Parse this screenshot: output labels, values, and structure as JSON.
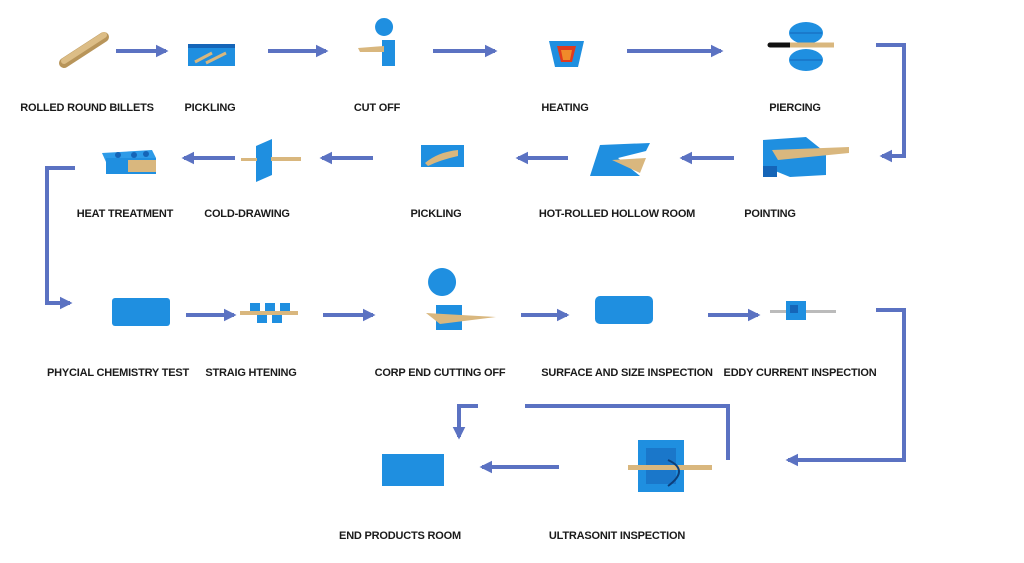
{
  "colors": {
    "arrow": "#5b72c2",
    "machine_blue": "#1f8fe0",
    "machine_dark": "#1565b8",
    "metal": "#d9b77e",
    "metal_dark": "#b8955a",
    "label": "#1a1a1a"
  },
  "steps": [
    {
      "id": "rolled-round-billets",
      "label": "ROLLED ROUND BILLETS",
      "icon": "billet-icon"
    },
    {
      "id": "pickling-1",
      "label": "PICKLING",
      "icon": "pickling-tank-icon"
    },
    {
      "id": "cut-off",
      "label": "CUT OFF",
      "icon": "saw-icon"
    },
    {
      "id": "heating",
      "label": "HEATING",
      "icon": "furnace-icon"
    },
    {
      "id": "piercing",
      "label": "PIERCING",
      "icon": "piercing-mill-icon"
    },
    {
      "id": "pointing",
      "label": "POINTING",
      "icon": "pointing-machine-icon"
    },
    {
      "id": "hot-rolled-hollow-room",
      "label": "HOT-ROLLED HOLLOW  ROOM",
      "icon": "hollow-room-icon"
    },
    {
      "id": "pickling-2",
      "label": "PICKLING",
      "icon": "pickling-tank-icon"
    },
    {
      "id": "cold-drawing",
      "label": "COLD-DRAWING",
      "icon": "drawing-die-icon"
    },
    {
      "id": "heat-treatment",
      "label": "HEAT  TREATMENT",
      "icon": "heat-treatment-furnace-icon"
    },
    {
      "id": "phycial-chemistry-test",
      "label": "PHYCIAL  CHEMISTRY  TEST",
      "icon": "test-box-icon"
    },
    {
      "id": "straightening",
      "label": "STRAIG HTENING",
      "icon": "straightener-icon"
    },
    {
      "id": "corp-end-cutting-off",
      "label": "CORP  END  CUTTING  OFF",
      "icon": "end-cutter-icon"
    },
    {
      "id": "surface-and-size-inspection",
      "label": "SURFACE  AND SIZE  INSPECTION",
      "icon": "inspection-box-icon"
    },
    {
      "id": "eddy-current-inspection",
      "label": "EDDY  CURRENT  INSPECTION",
      "icon": "eddy-current-probe-icon"
    },
    {
      "id": "ultrasonit-inspection",
      "label": "ULTRASONIT  INSPECTION",
      "icon": "ultrasonic-tester-icon"
    },
    {
      "id": "end-products-room",
      "label": "END  PRODUCTS  ROOM",
      "icon": "storage-room-icon"
    }
  ]
}
